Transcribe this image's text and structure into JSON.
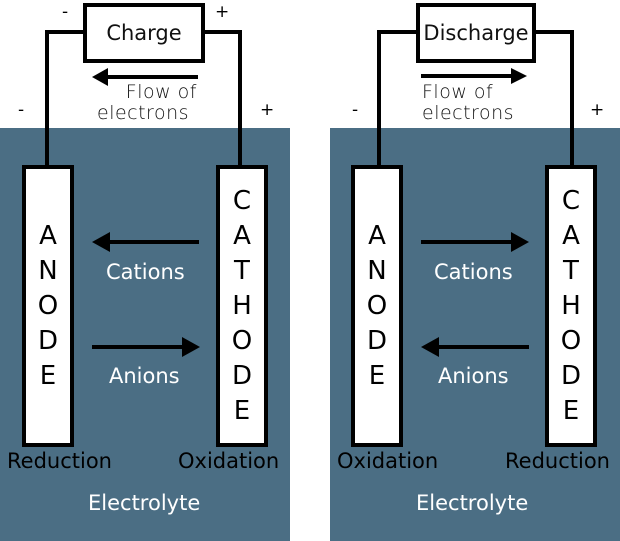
{
  "colors": {
    "electrolyte_bg": "#4b6e84",
    "wire": "#000000",
    "ion_text": "#ffffff"
  },
  "cells": [
    {
      "mode": "Charge",
      "top_signs": {
        "left": "-",
        "right": "+"
      },
      "side_signs": {
        "left": "-",
        "right": "+"
      },
      "electron_flow": {
        "line1": "Flow of",
        "line2": "electrons",
        "direction": "left"
      },
      "anode": {
        "letters": [
          "A",
          "N",
          "O",
          "D",
          "E"
        ],
        "reaction": "Reduction"
      },
      "cathode": {
        "letters": [
          "C",
          "A",
          "T",
          "H",
          "O",
          "D",
          "E"
        ],
        "reaction": "Oxidation"
      },
      "cations": {
        "label": "Cations",
        "direction": "left"
      },
      "anions": {
        "label": "Anions",
        "direction": "right"
      },
      "electrolyte_label": "Electrolyte"
    },
    {
      "mode": "Discharge",
      "top_signs": {
        "left": "",
        "right": ""
      },
      "side_signs": {
        "left": "-",
        "right": "+"
      },
      "electron_flow": {
        "line1": "Flow of",
        "line2": "electrons",
        "direction": "right"
      },
      "anode": {
        "letters": [
          "A",
          "N",
          "O",
          "D",
          "E"
        ],
        "reaction": "Oxidation"
      },
      "cathode": {
        "letters": [
          "C",
          "A",
          "T",
          "H",
          "O",
          "D",
          "E"
        ],
        "reaction": "Reduction"
      },
      "cations": {
        "label": "Cations",
        "direction": "right"
      },
      "anions": {
        "label": "Anions",
        "direction": "left"
      },
      "electrolyte_label": "Electrolyte"
    }
  ]
}
